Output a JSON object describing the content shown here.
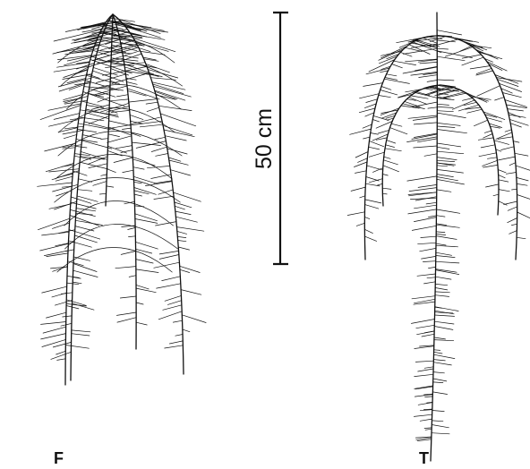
{
  "figure": {
    "ink_color": "#111111",
    "background": "#ffffff"
  },
  "scale_bar": {
    "label": "50 cm"
  },
  "panels": [
    {
      "label": "F",
      "description_icon": "fibrous-root-system-icon"
    },
    {
      "label": "T",
      "description_icon": "taproot-system-icon"
    }
  ]
}
